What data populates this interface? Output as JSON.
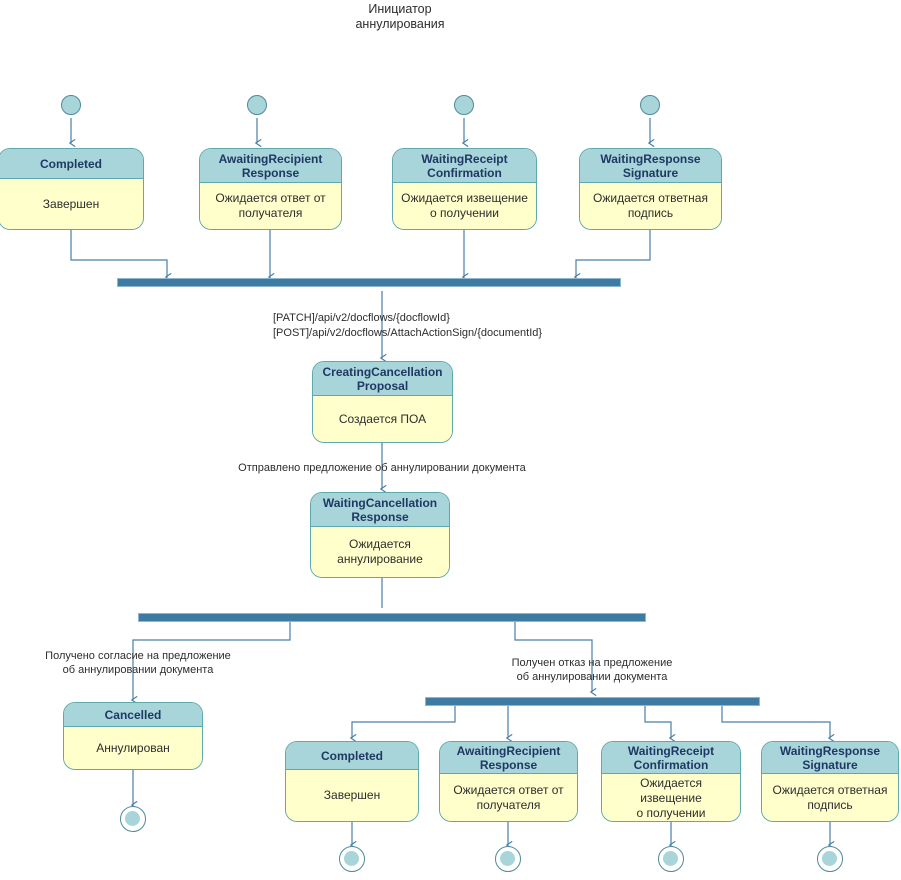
{
  "diagram": {
    "title": "Инициатор\nаннулирования",
    "colors": {
      "header_fill": "#a8d5da",
      "body_fill": "#ffffcc",
      "border": "#5fa8ae",
      "bar": "#3d7ba3",
      "connector": "#4a7fa8",
      "title_text": "#1f3864"
    }
  },
  "top_states": [
    {
      "name": "Completed",
      "description": "Завершен"
    },
    {
      "name": "AwaitingRecipient\nResponse",
      "description": "Ожидается ответ от\nполучателя"
    },
    {
      "name": "WaitingReceipt\nConfirmation",
      "description": "Ожидается извещение\nо получении"
    },
    {
      "name": "WaitingResponse\nSignature",
      "description": "Ожидается ответная\nподпись"
    }
  ],
  "api_calls": {
    "lines": "[PATCH]/api/v2/docflows/{docflowId}\n[POST]/api/v2/docflows/AttachActionSign/{documentId}"
  },
  "proposal_state": {
    "name": "CreatingCancellation\nProposal",
    "description": "Создается ПОА"
  },
  "transitions": {
    "proposal_sent": "Отправлено предложение об аннулировании документа",
    "consent_received": "Получено согласие на предложение\nоб аннулировании документа",
    "refusal_received": "Получен отказ на предложение\nоб аннулировании документа"
  },
  "waiting_cancellation_state": {
    "name": "WaitingCancellation\nResponse",
    "description": "Ожидается\nаннулирование"
  },
  "cancelled_state": {
    "name": "Cancelled",
    "description": "Аннулирован"
  },
  "bottom_states": [
    {
      "name": "Completed",
      "description": "Завершен"
    },
    {
      "name": "AwaitingRecipient\nResponse",
      "description": "Ожидается ответ от\nполучателя"
    },
    {
      "name": "WaitingReceipt\nConfirmation",
      "description": "Ожидается извещение\nо получении"
    },
    {
      "name": "WaitingResponse\nSignature",
      "description": "Ожидается ответная\nподпись"
    }
  ]
}
